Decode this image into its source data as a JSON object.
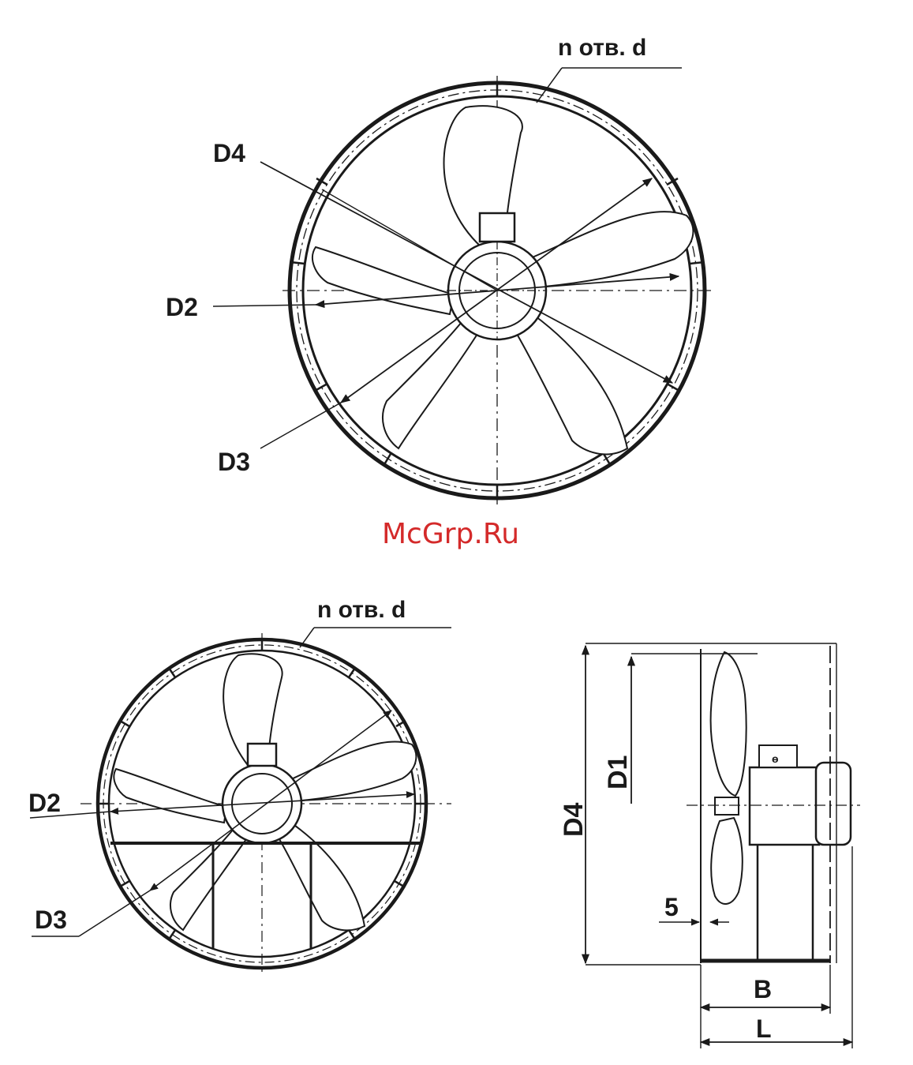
{
  "watermark": "McGrp.Ru",
  "top_view": {
    "holes_label": "n отв. d",
    "labels": {
      "d4": "D4",
      "d2": "D2",
      "d3": "D3"
    }
  },
  "bottom_view": {
    "holes_label": "n отв. d",
    "labels": {
      "d2": "D2",
      "d3": "D3"
    }
  },
  "side_view": {
    "labels": {
      "d4": "D4",
      "d1": "D1",
      "gap": "5",
      "b": "B",
      "l": "L"
    }
  }
}
